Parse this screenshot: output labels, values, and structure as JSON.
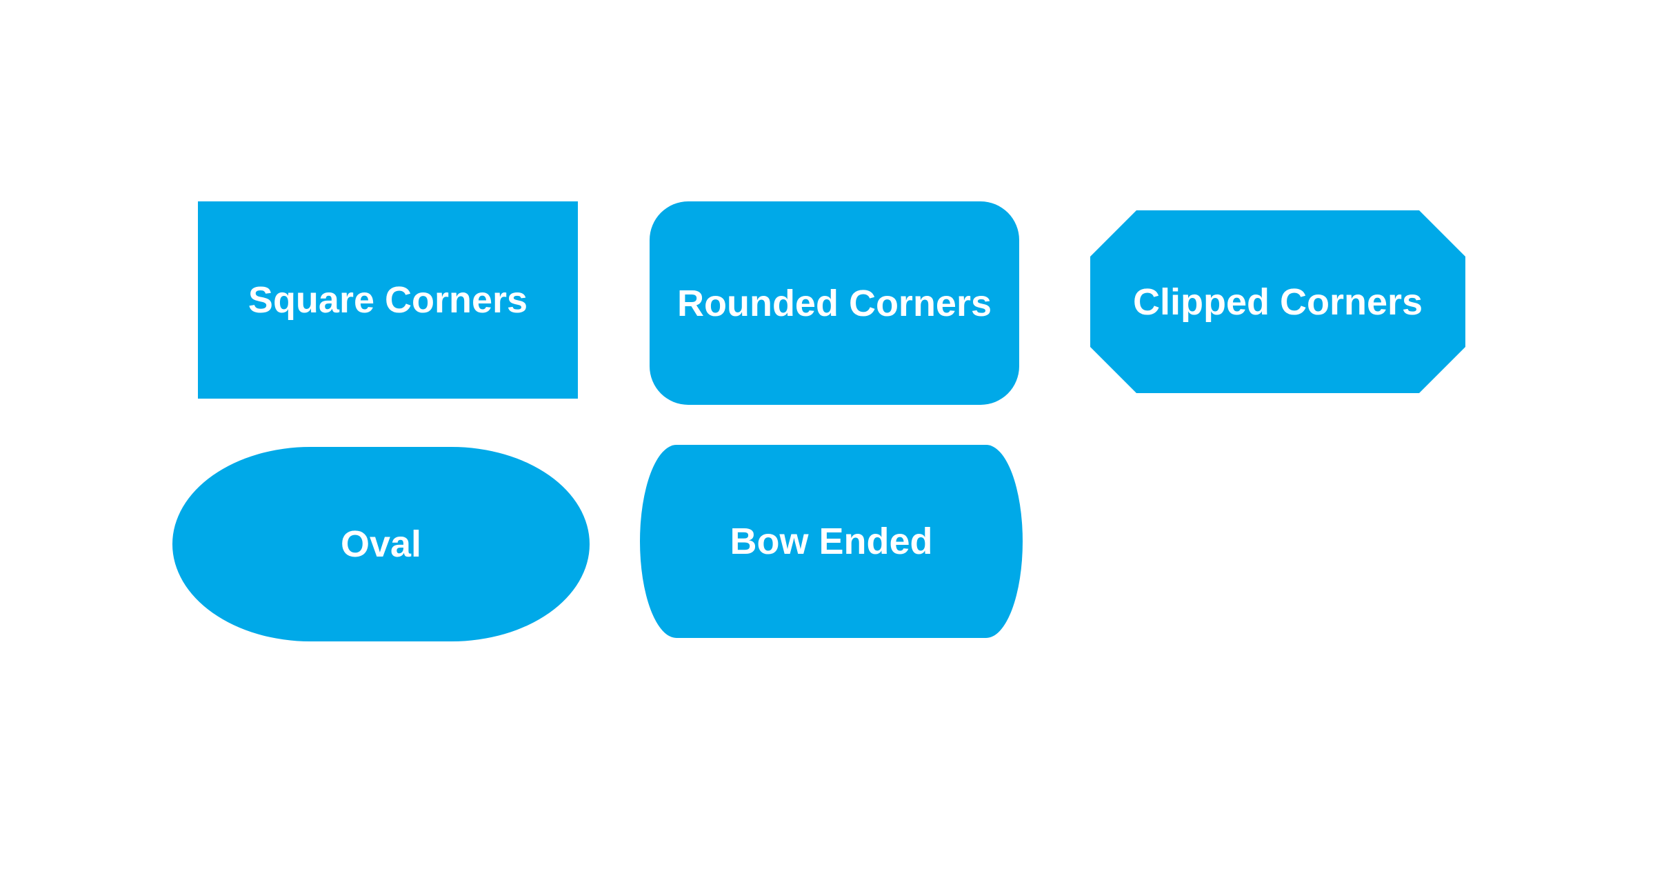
{
  "palette": {
    "canvas_bg": "#ffffff",
    "shape_fill": "#00A9E8",
    "label_color": "#ffffff"
  },
  "shapes": [
    {
      "label": "Square Corners",
      "style": "square"
    },
    {
      "label": "Rounded Corners",
      "style": "rounded"
    },
    {
      "label": "Clipped Corners",
      "style": "clipped"
    },
    {
      "label": "Oval",
      "style": "oval"
    },
    {
      "label": "Bow Ended",
      "style": "bow"
    }
  ]
}
